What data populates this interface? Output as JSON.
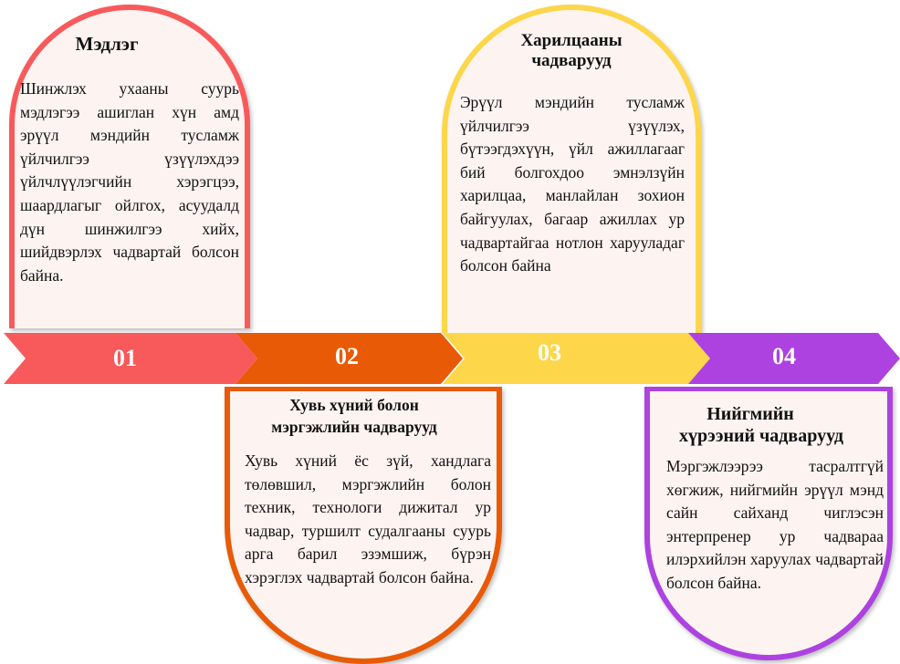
{
  "colors": {
    "step1": "#f85a5c",
    "step2": "#e85a06",
    "step3": "#fdd64a",
    "step4": "#ad42e0",
    "card_bg": "#fdf4f2"
  },
  "steps": [
    {
      "number": "01",
      "title": "Мэдлэг",
      "body": "Шинжлэх ухааны суурь мэдлэгээ ашиглан хүн амд эрүүл мэндийн тусламж үйлчилгээ үзүүлэхдээ үйлчлүүлэгчийн хэрэгцээ, шаардлагыг ойлгох, асуудалд дүн шинжилгээ хийх, шийдвэрлэх чадвартай болсон байна."
    },
    {
      "number": "02",
      "title_line1": "Хувь хүний болон",
      "title_line2": "мэргэжлийн чадварууд",
      "body": "Хувь хүний ёс зүй, хандлага төлөвшил, мэргэжлийн болон техник, технологи дижитал ур чадвар, туршилт судалгааны суурь арга барил эзэмшиж, бүрэн хэрэглэх чадвартай болсон байна."
    },
    {
      "number": "03",
      "title_line1": "Харилцааны",
      "title_line2": "чадварууд",
      "body": "Эрүүл мэндийн тусламж үйлчилгээ үзүүлэх, бүтээгдэхүүн, үйл ажиллагааг бий болгохдоо эмнэлзүйн харилцаа, манлайлан зохион байгуулах, багаар ажиллах ур чадвартайгаа нотлон харууладаг болсон байна"
    },
    {
      "number": "04",
      "title_line1": "Нийгмийн",
      "title_line2": "хүрээний чадварууд",
      "body": "Мэргэжлээрээ тасралтгүй хөгжиж, нийгмийн эрүүл мэнд сайн сайханд чиглэсэн энтерпренер ур чадвараа илэрхийлэн харуулах чадвартай болсон байна."
    }
  ]
}
